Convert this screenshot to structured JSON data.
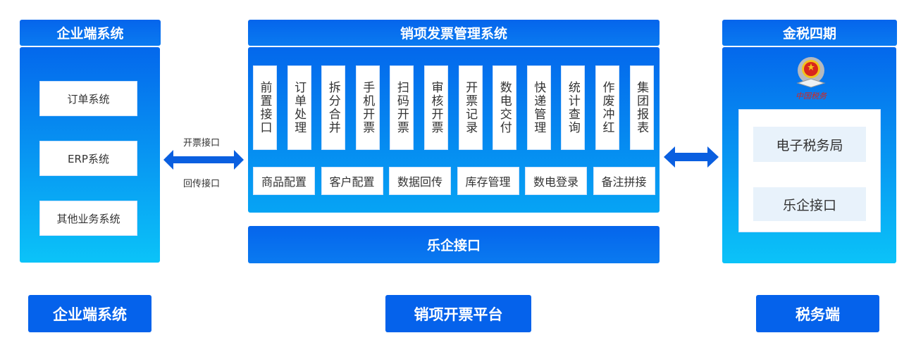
{
  "left": {
    "title": "企业端系统",
    "items": [
      "订单系统",
      "ERP系统",
      "其他业务系统"
    ]
  },
  "connector_left": {
    "top_label": "开票接口",
    "bottom_label": "回传接口"
  },
  "center": {
    "title": "销项发票管理系统",
    "vertical_items": [
      "前置接口",
      "订单处理",
      "拆分合并",
      "手机开票",
      "扫码开票",
      "审核开票",
      "开票记录",
      "数电交付",
      "快递管理",
      "统计查询",
      "作废冲红",
      "集团报表"
    ],
    "horizontal_items": [
      "商品配置",
      "客户配置",
      "数据回传",
      "库存管理",
      "数电登录",
      "备注拼接"
    ],
    "bottom_bar": "乐企接口"
  },
  "right": {
    "title": "金税四期",
    "emblem_caption": "中国税务",
    "items": [
      "电子税务局",
      "乐企接口"
    ]
  },
  "footer": {
    "left": "企业端系统",
    "center": "销项开票平台",
    "right": "税务端"
  },
  "colors": {
    "primary": "#0562eb",
    "gradient_end": "#0bc3f8"
  }
}
